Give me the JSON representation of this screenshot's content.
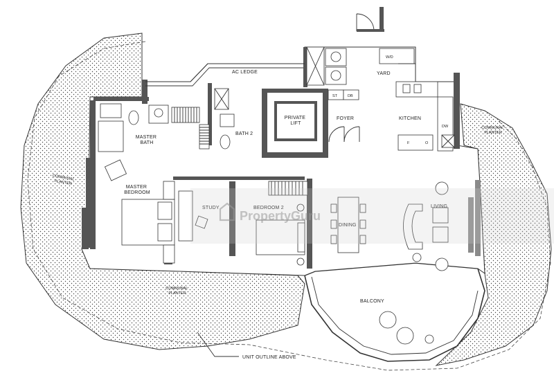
{
  "rooms": {
    "ac_ledge": "AC LEDGE",
    "yard": "YARD",
    "wd": "W/D",
    "master_bath": [
      "MASTER",
      "BATH"
    ],
    "bath2": "BATH 2",
    "private_lift": [
      "PRIVATE",
      "LIFT"
    ],
    "foyer": "FOYER",
    "kitchen": "KITCHEN",
    "st": "ST",
    "db": "DB",
    "dw": "DW",
    "fridge": "F",
    "oven": "O",
    "master_bedroom": [
      "MASTER",
      "BEDROOM"
    ],
    "study": "STUDY",
    "bedroom2": "BEDROOM 2",
    "dining": "DINING",
    "living": "LIVING",
    "balcony": "BALCONY",
    "communal_planter_left": [
      "COMMUNAL",
      "PLANTER"
    ],
    "communal_planter_right": [
      "COMMUNAL",
      "PLANTER"
    ],
    "communal_planter_bottom": [
      "COMMUNAL",
      "PLANTER"
    ]
  },
  "annotations": {
    "unit_outline": "UNIT OUTLINE ABOVE"
  },
  "watermark": {
    "text": "PropertyGuru"
  }
}
